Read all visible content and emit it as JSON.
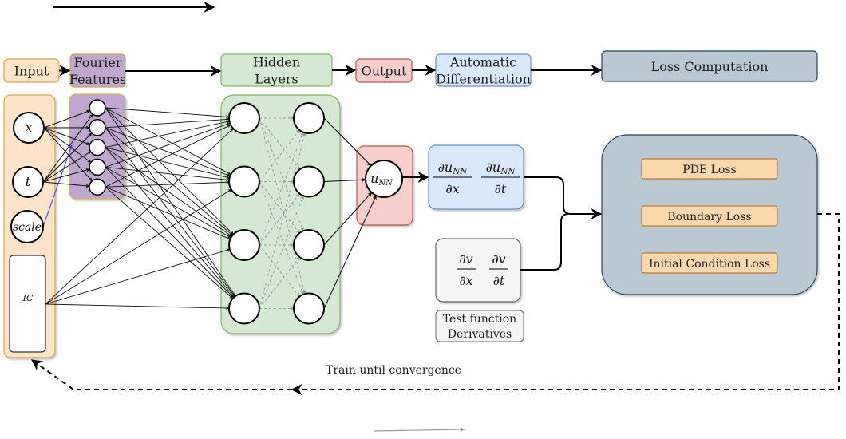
{
  "title_bar": {
    "stages": [
      {
        "id": "input",
        "label_lines": [
          "Input"
        ],
        "fill": "#fde3c7",
        "stroke": "#d6a94a"
      },
      {
        "id": "fourier",
        "label_lines": [
          "Fourier",
          "Features"
        ],
        "fill": "#c0a7cf",
        "stroke": "#c9a65a"
      },
      {
        "id": "hidden",
        "label_lines": [
          "Hidden",
          "Layers"
        ],
        "fill": "#d5e8d4",
        "stroke": "#82b366"
      },
      {
        "id": "output",
        "label_lines": [
          "Output"
        ],
        "fill": "#f8cecc",
        "stroke": "#b85450"
      },
      {
        "id": "autodiff",
        "label_lines": [
          "Automatic",
          "Differentiation"
        ],
        "fill": "#dae8fc",
        "stroke": "#6c8ebf"
      },
      {
        "id": "loss",
        "label_lines": [
          "Loss Computation"
        ],
        "fill": "#bac8d3",
        "stroke": "#23445d"
      }
    ]
  },
  "input_panel": {
    "nodes": [
      {
        "id": "x",
        "label": "x"
      },
      {
        "id": "t",
        "label": "t"
      },
      {
        "id": "scale",
        "label": "scale"
      }
    ],
    "ic_label": "IC"
  },
  "fourier_panel": {
    "node_count": 5
  },
  "hidden_panel": {
    "layer_count": 2,
    "nodes_per_layer": 4
  },
  "output_node": {
    "label": "u",
    "subscript": "NN"
  },
  "autodiff_box": {
    "terms": [
      {
        "num": "∂u",
        "num_sub": "NN",
        "den": "∂x"
      },
      {
        "num": "∂u",
        "num_sub": "NN",
        "den": "∂t"
      }
    ]
  },
  "test_function_box": {
    "terms": [
      {
        "num": "∂v",
        "den": "∂x"
      },
      {
        "num": "∂v",
        "den": "∂t"
      }
    ],
    "caption_lines": [
      "Test function",
      "Derivatives"
    ]
  },
  "loss_box": {
    "items": [
      "PDE Loss",
      "Boundary Loss",
      "Initial Condition Loss"
    ]
  },
  "feedback": {
    "label": "Train until convergence"
  },
  "colors": {
    "input_fill": "#fde3c7",
    "input_stroke": "#d6a94a",
    "fourier_fill": "#c0a7cf",
    "fourier_stroke": "#d6b656",
    "hidden_fill": "#d5e8d4",
    "hidden_stroke": "#82b366",
    "output_fill": "#f8cecc",
    "output_stroke": "#b85450",
    "autodiff_fill": "#dae8fc",
    "autodiff_stroke": "#6c8ebf",
    "test_fill": "#f5f5f5",
    "test_stroke": "#666666",
    "loss_fill": "#bac8d3",
    "loss_stroke": "#23445d",
    "loss_item_fill": "#fad7ac",
    "loss_item_stroke": "#b46504",
    "scale_edge": "#3333ff",
    "dashed_edge": "#9a9a9a"
  }
}
